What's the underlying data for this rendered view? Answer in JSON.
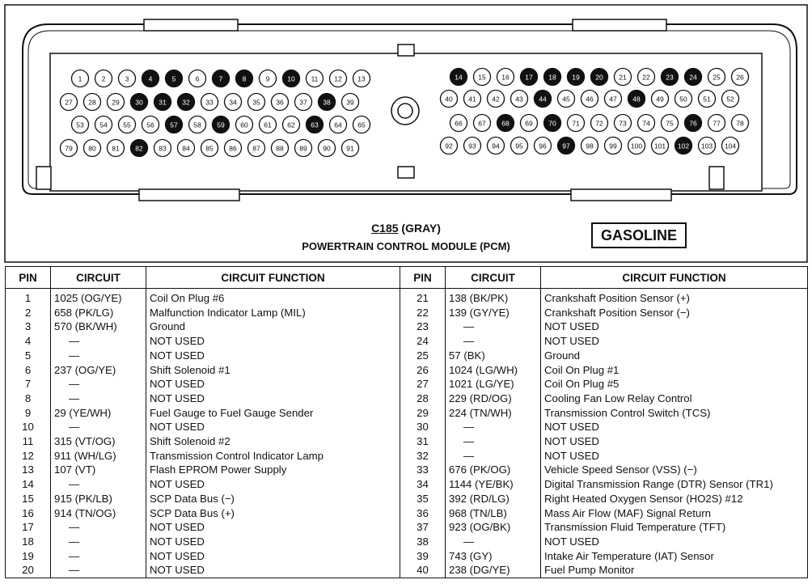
{
  "connector": {
    "id_prefix": "C185",
    "id_suffix": " (GRAY)",
    "name": "POWERTRAIN CONTROL MODULE (PCM)",
    "fuel_badge": "GASOLINE",
    "filled_color": "#111111",
    "left_block": {
      "rows": [
        {
          "pins": [
            1,
            2,
            3,
            4,
            5,
            6,
            7,
            8,
            9,
            10,
            11,
            12,
            13
          ]
        },
        {
          "pins": [
            27,
            28,
            29,
            30,
            31,
            32,
            33,
            34,
            35,
            36,
            37,
            38,
            39
          ]
        },
        {
          "pins": [
            53,
            54,
            55,
            56,
            57,
            58,
            59,
            60,
            61,
            62,
            63,
            64,
            65
          ]
        },
        {
          "pins": [
            79,
            80,
            81,
            82,
            83,
            84,
            85,
            86,
            87,
            88,
            89,
            90,
            91
          ]
        }
      ]
    },
    "right_block": {
      "rows": [
        {
          "pins": [
            14,
            15,
            16,
            17,
            18,
            19,
            20,
            21,
            22,
            23,
            24,
            25,
            26
          ]
        },
        {
          "pins": [
            40,
            41,
            42,
            43,
            44,
            45,
            46,
            47,
            48,
            49,
            50,
            51,
            52
          ]
        },
        {
          "pins": [
            66,
            67,
            68,
            69,
            70,
            71,
            72,
            73,
            74,
            75,
            76,
            77,
            78
          ]
        },
        {
          "pins": [
            92,
            93,
            94,
            95,
            96,
            97,
            98,
            99,
            100,
            101,
            102,
            103,
            104
          ]
        }
      ]
    },
    "filled_pins": [
      4,
      5,
      7,
      8,
      10,
      14,
      17,
      18,
      19,
      20,
      23,
      24,
      30,
      31,
      32,
      38,
      44,
      48,
      57,
      59,
      63,
      68,
      70,
      76,
      82,
      97,
      102
    ]
  },
  "table": {
    "headers": {
      "pin": "PIN",
      "circuit": "CIRCUIT",
      "function": "CIRCUIT FUNCTION"
    },
    "rows": [
      {
        "left": {
          "pin": "1",
          "circuit": "1025 (OG/YE)",
          "function": "Coil On Plug #6"
        },
        "right": {
          "pin": "21",
          "circuit": "138 (BK/PK)",
          "function": "Crankshaft Position Sensor (+)"
        }
      },
      {
        "left": {
          "pin": "2",
          "circuit": "658 (PK/LG)",
          "function": "Malfunction Indicator Lamp (MIL)"
        },
        "right": {
          "pin": "22",
          "circuit": "139 (GY/YE)",
          "function": "Crankshaft Position Sensor (−)"
        }
      },
      {
        "left": {
          "pin": "3",
          "circuit": "570 (BK/WH)",
          "function": "Ground"
        },
        "right": {
          "pin": "23",
          "circuit": "—",
          "function": "NOT USED"
        }
      },
      {
        "left": {
          "pin": "4",
          "circuit": "—",
          "function": "NOT USED"
        },
        "right": {
          "pin": "24",
          "circuit": "—",
          "function": "NOT USED"
        }
      },
      {
        "left": {
          "pin": "5",
          "circuit": "—",
          "function": "NOT USED"
        },
        "right": {
          "pin": "25",
          "circuit": "57 (BK)",
          "function": "Ground"
        }
      },
      {
        "left": {
          "pin": "6",
          "circuit": "237 (OG/YE)",
          "function": "Shift Solenoid #1"
        },
        "right": {
          "pin": "26",
          "circuit": "1024 (LG/WH)",
          "function": "Coil On Plug #1"
        }
      },
      {
        "left": {
          "pin": "7",
          "circuit": "—",
          "function": "NOT USED"
        },
        "right": {
          "pin": "27",
          "circuit": "1021 (LG/YE)",
          "function": "Coil On Plug #5"
        }
      },
      {
        "left": {
          "pin": "8",
          "circuit": "—",
          "function": "NOT USED"
        },
        "right": {
          "pin": "28",
          "circuit": "229 (RD/OG)",
          "function": "Cooling Fan Low Relay Control"
        }
      },
      {
        "left": {
          "pin": "9",
          "circuit": "29 (YE/WH)",
          "function": "Fuel Gauge to Fuel Gauge Sender"
        },
        "right": {
          "pin": "29",
          "circuit": "224 (TN/WH)",
          "function": "Transmission Control Switch (TCS)"
        }
      },
      {
        "left": {
          "pin": "10",
          "circuit": "—",
          "function": "NOT USED"
        },
        "right": {
          "pin": "30",
          "circuit": "—",
          "function": "NOT USED"
        }
      },
      {
        "left": {
          "pin": "11",
          "circuit": "315 (VT/OG)",
          "function": "Shift Solenoid #2"
        },
        "right": {
          "pin": "31",
          "circuit": "—",
          "function": "NOT USED"
        }
      },
      {
        "left": {
          "pin": "12",
          "circuit": "911 (WH/LG)",
          "function": "Transmission Control Indicator Lamp"
        },
        "right": {
          "pin": "32",
          "circuit": "—",
          "function": "NOT USED"
        }
      },
      {
        "left": {
          "pin": "13",
          "circuit": "107 (VT)",
          "function": "Flash EPROM Power Supply"
        },
        "right": {
          "pin": "33",
          "circuit": "676 (PK/OG)",
          "function": "Vehicle Speed Sensor (VSS) (−)"
        }
      },
      {
        "left": {
          "pin": "14",
          "circuit": "—",
          "function": "NOT USED"
        },
        "right": {
          "pin": "34",
          "circuit": "1144 (YE/BK)",
          "function": "Digital Transmission Range (DTR) Sensor (TR1)"
        }
      },
      {
        "left": {
          "pin": "15",
          "circuit": "915 (PK/LB)",
          "function": "SCP Data Bus (−)"
        },
        "right": {
          "pin": "35",
          "circuit": "392 (RD/LG)",
          "function": "Right Heated Oxygen Sensor (HO2S) #12"
        }
      },
      {
        "left": {
          "pin": "16",
          "circuit": "914 (TN/OG)",
          "function": "SCP Data Bus (+)"
        },
        "right": {
          "pin": "36",
          "circuit": "968 (TN/LB)",
          "function": "Mass Air Flow (MAF) Signal Return"
        }
      },
      {
        "left": {
          "pin": "17",
          "circuit": "—",
          "function": "NOT USED"
        },
        "right": {
          "pin": "37",
          "circuit": "923 (OG/BK)",
          "function": "Transmission Fluid Temperature (TFT)"
        }
      },
      {
        "left": {
          "pin": "18",
          "circuit": "—",
          "function": "NOT USED"
        },
        "right": {
          "pin": "38",
          "circuit": "—",
          "function": "NOT USED"
        }
      },
      {
        "left": {
          "pin": "19",
          "circuit": "—",
          "function": "NOT USED"
        },
        "right": {
          "pin": "39",
          "circuit": "743 (GY)",
          "function": "Intake Air Temperature (IAT) Sensor"
        }
      },
      {
        "left": {
          "pin": "20",
          "circuit": "—",
          "function": "NOT USED"
        },
        "right": {
          "pin": "40",
          "circuit": "238 (DG/YE)",
          "function": "Fuel Pump Monitor"
        }
      }
    ]
  }
}
